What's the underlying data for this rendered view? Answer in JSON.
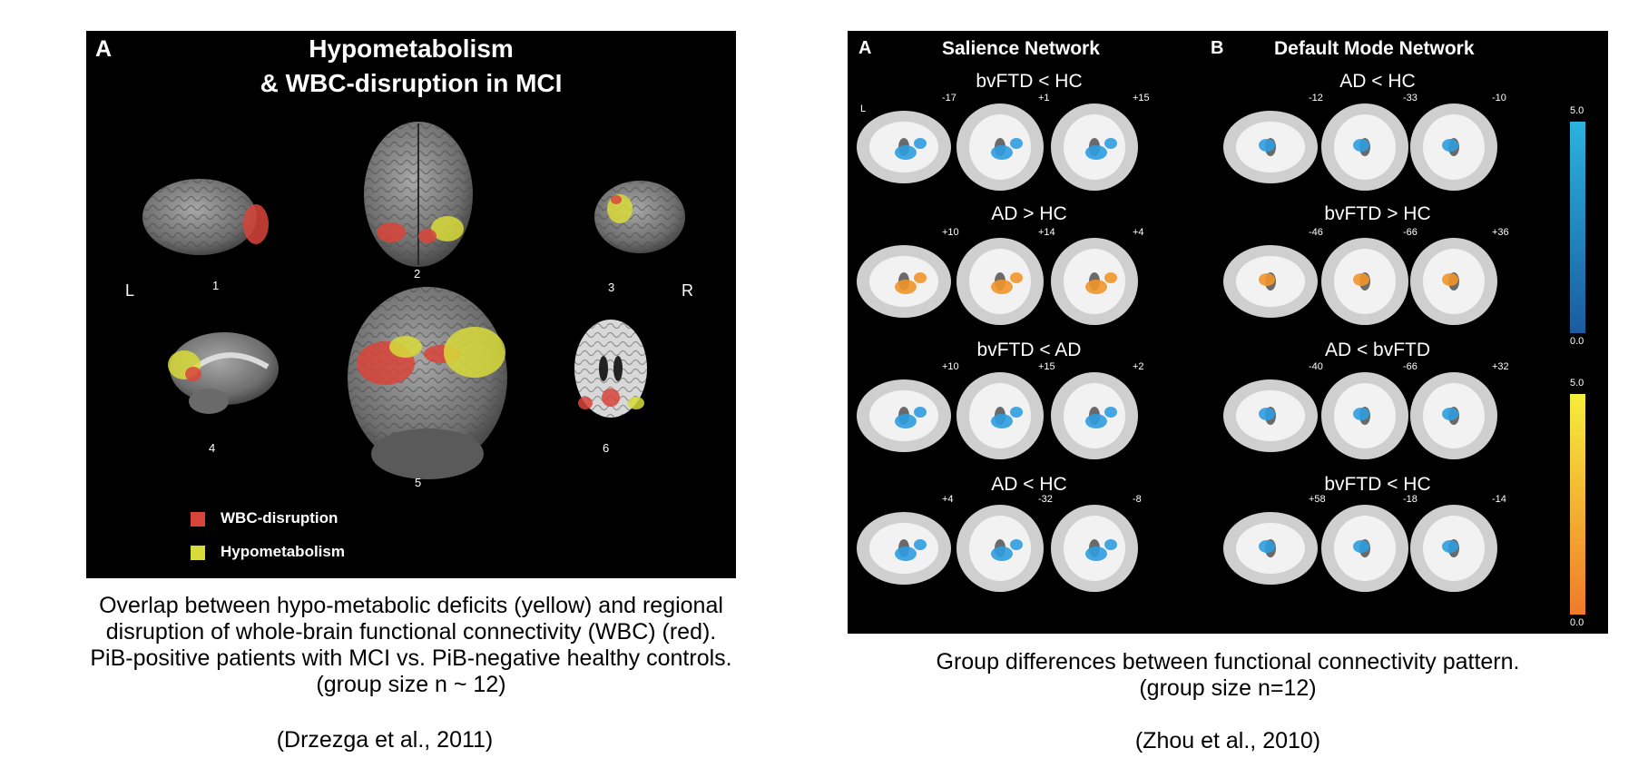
{
  "left_figure": {
    "panel_letter": "A",
    "title_line1": "Hypometabolism",
    "title_line2": "& WBC-disruption in MCI",
    "side_left": "L",
    "side_right": "R",
    "view_numbers": [
      "1",
      "2",
      "3",
      "4",
      "5",
      "6"
    ],
    "legend": [
      {
        "label": "WBC-disruption",
        "color": "#d9443a"
      },
      {
        "label": "Hypometabolism",
        "color": "#d8dc3a"
      }
    ]
  },
  "left_caption": {
    "lines": [
      "Overlap between hypo-metabolic deficits (yellow) and regional",
      "disruption of whole-brain functional connectivity (WBC) (red).",
      "PiB-positive patients with MCI vs. PiB-negative healthy controls.",
      "(group size n ~ 12)"
    ],
    "citation": "(Drzezga et al., 2011)"
  },
  "right_figure": {
    "panel_a_letter": "A",
    "panel_a_title": "Salience Network",
    "panel_b_letter": "B",
    "panel_b_title": "Default Mode Network",
    "side_label": "L",
    "a_rows": [
      {
        "label": "bvFTD < HC",
        "slices": [
          "-17",
          "+1",
          "+15"
        ]
      },
      {
        "label": "AD > HC",
        "slices": [
          "+10",
          "+14",
          "+4"
        ]
      },
      {
        "label": "bvFTD < AD",
        "slices": [
          "+10",
          "+15",
          "+2"
        ]
      },
      {
        "label": "AD < HC",
        "slices": [
          "+4",
          "-32",
          "-8"
        ]
      }
    ],
    "b_rows": [
      {
        "label": "AD < HC",
        "slices": [
          "-12",
          "-33",
          "-10"
        ]
      },
      {
        "label": "bvFTD > HC",
        "slices": [
          "-46",
          "-66",
          "+36"
        ]
      },
      {
        "label": "AD < bvFTD",
        "slices": [
          "-40",
          "-66",
          "+32"
        ]
      },
      {
        "label": "bvFTD < HC",
        "slices": [
          "+58",
          "-18",
          "-14"
        ]
      }
    ],
    "colorbar_blue": {
      "max": "5.0",
      "min": "0.0",
      "color_top": "#2bb3e0",
      "color_bottom": "#1a5c9e"
    },
    "colorbar_warm": {
      "max": "5.0",
      "min": "0.0",
      "color_top": "#f5ee3a",
      "color_bottom": "#f07a2a"
    }
  },
  "right_caption": {
    "lines": [
      "Group differences between functional connectivity pattern.",
      "(group size n=12)"
    ],
    "citation": "(Zhou et al., 2010)"
  }
}
